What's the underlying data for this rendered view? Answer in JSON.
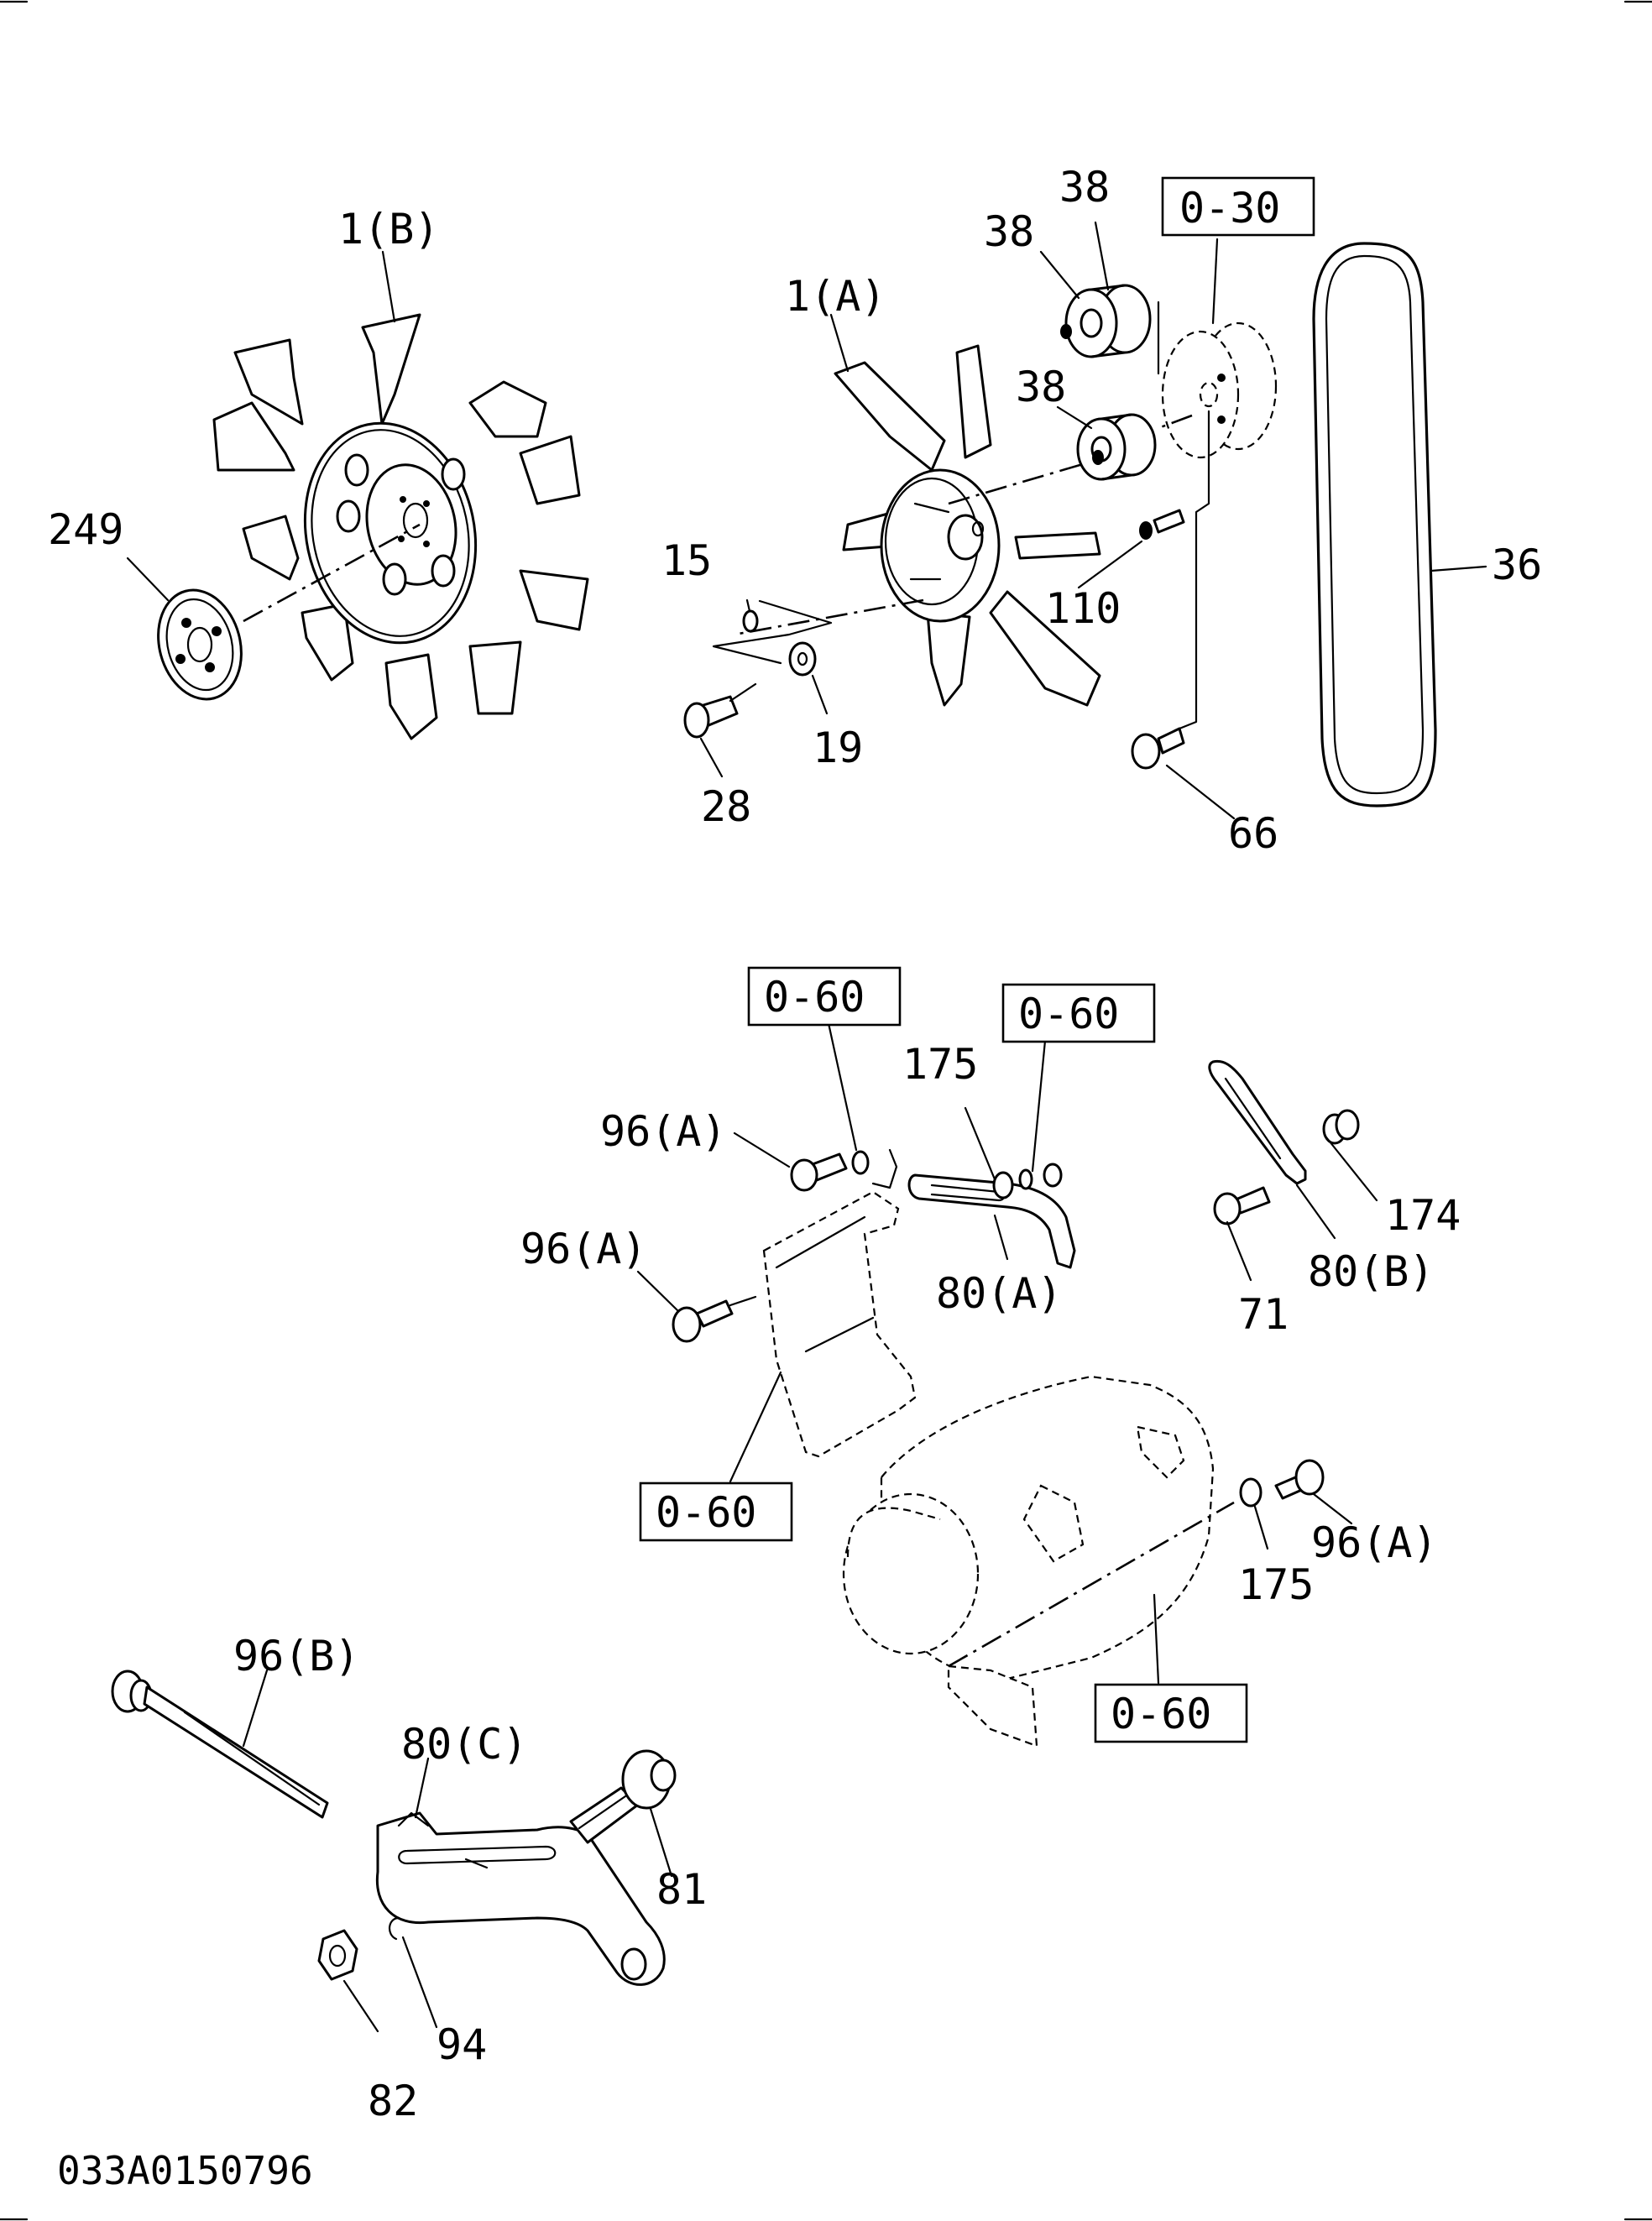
{
  "diagram_code": "033A0150796",
  "labels": {
    "fan_b": "1(B)",
    "fan_a": "1(A)",
    "spacer_249": "249",
    "washer_15": "15",
    "bolt_28": "28",
    "washer_19": "19",
    "idler_38_top": "38",
    "idler_38_mid": "38",
    "idler_38_low": "38",
    "ref_pulley": "0-30",
    "bolt_110": "110",
    "belt_36": "36",
    "bolt_66": "66",
    "ref_bracket_left": "0-60",
    "ref_bracket_right": "0-60",
    "washer_175_top": "175",
    "bolt_96a_top": "96(A)",
    "bolt_96a_mid": "96(A)",
    "adjuster_80a": "80(A)",
    "collar_174": "174",
    "adjuster_80b": "80(B)",
    "bolt_71": "71",
    "ref_generator_bracket": "0-60",
    "bolt_96a_right": "96(A)",
    "washer_175_right": "175",
    "ref_generator": "0-60",
    "bolt_96b": "96(B)",
    "adjuster_80c": "80(C)",
    "pin_81": "81",
    "washer_94": "94",
    "nut_82": "82"
  }
}
